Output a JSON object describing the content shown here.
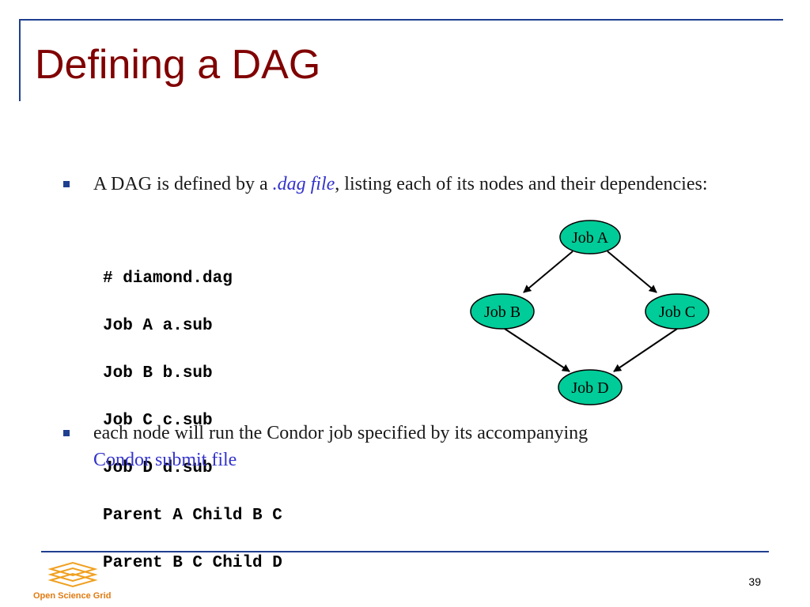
{
  "slide": {
    "title": "Defining a DAG",
    "page_number": "39"
  },
  "bullets": [
    {
      "text_before": "A DAG is defined by a ",
      "highlight": ".dag file",
      "text_after": ", listing each of its nodes and their dependencies:"
    },
    {
      "text_before": "each node will run the Condor job specified by its accompanying ",
      "highlight": "Condor submit file"
    }
  ],
  "code_lines": [
    "# diamond.dag",
    "Job A a.sub",
    "Job B b.sub",
    "Job C c.sub",
    "Job D d.sub",
    "Parent A Child B C",
    "Parent B C Child D"
  ],
  "dag": {
    "nodes": {
      "a": "Job A",
      "b": "Job B",
      "c": "Job C",
      "d": "Job D"
    },
    "node_color": "#00cc99"
  },
  "footer": {
    "logo_text": "Open Science Grid",
    "logo_color": "#e07a10"
  },
  "colors": {
    "title": "#800000",
    "accent_blue": "#1f3f8f",
    "link_blue": "#3333cc"
  }
}
